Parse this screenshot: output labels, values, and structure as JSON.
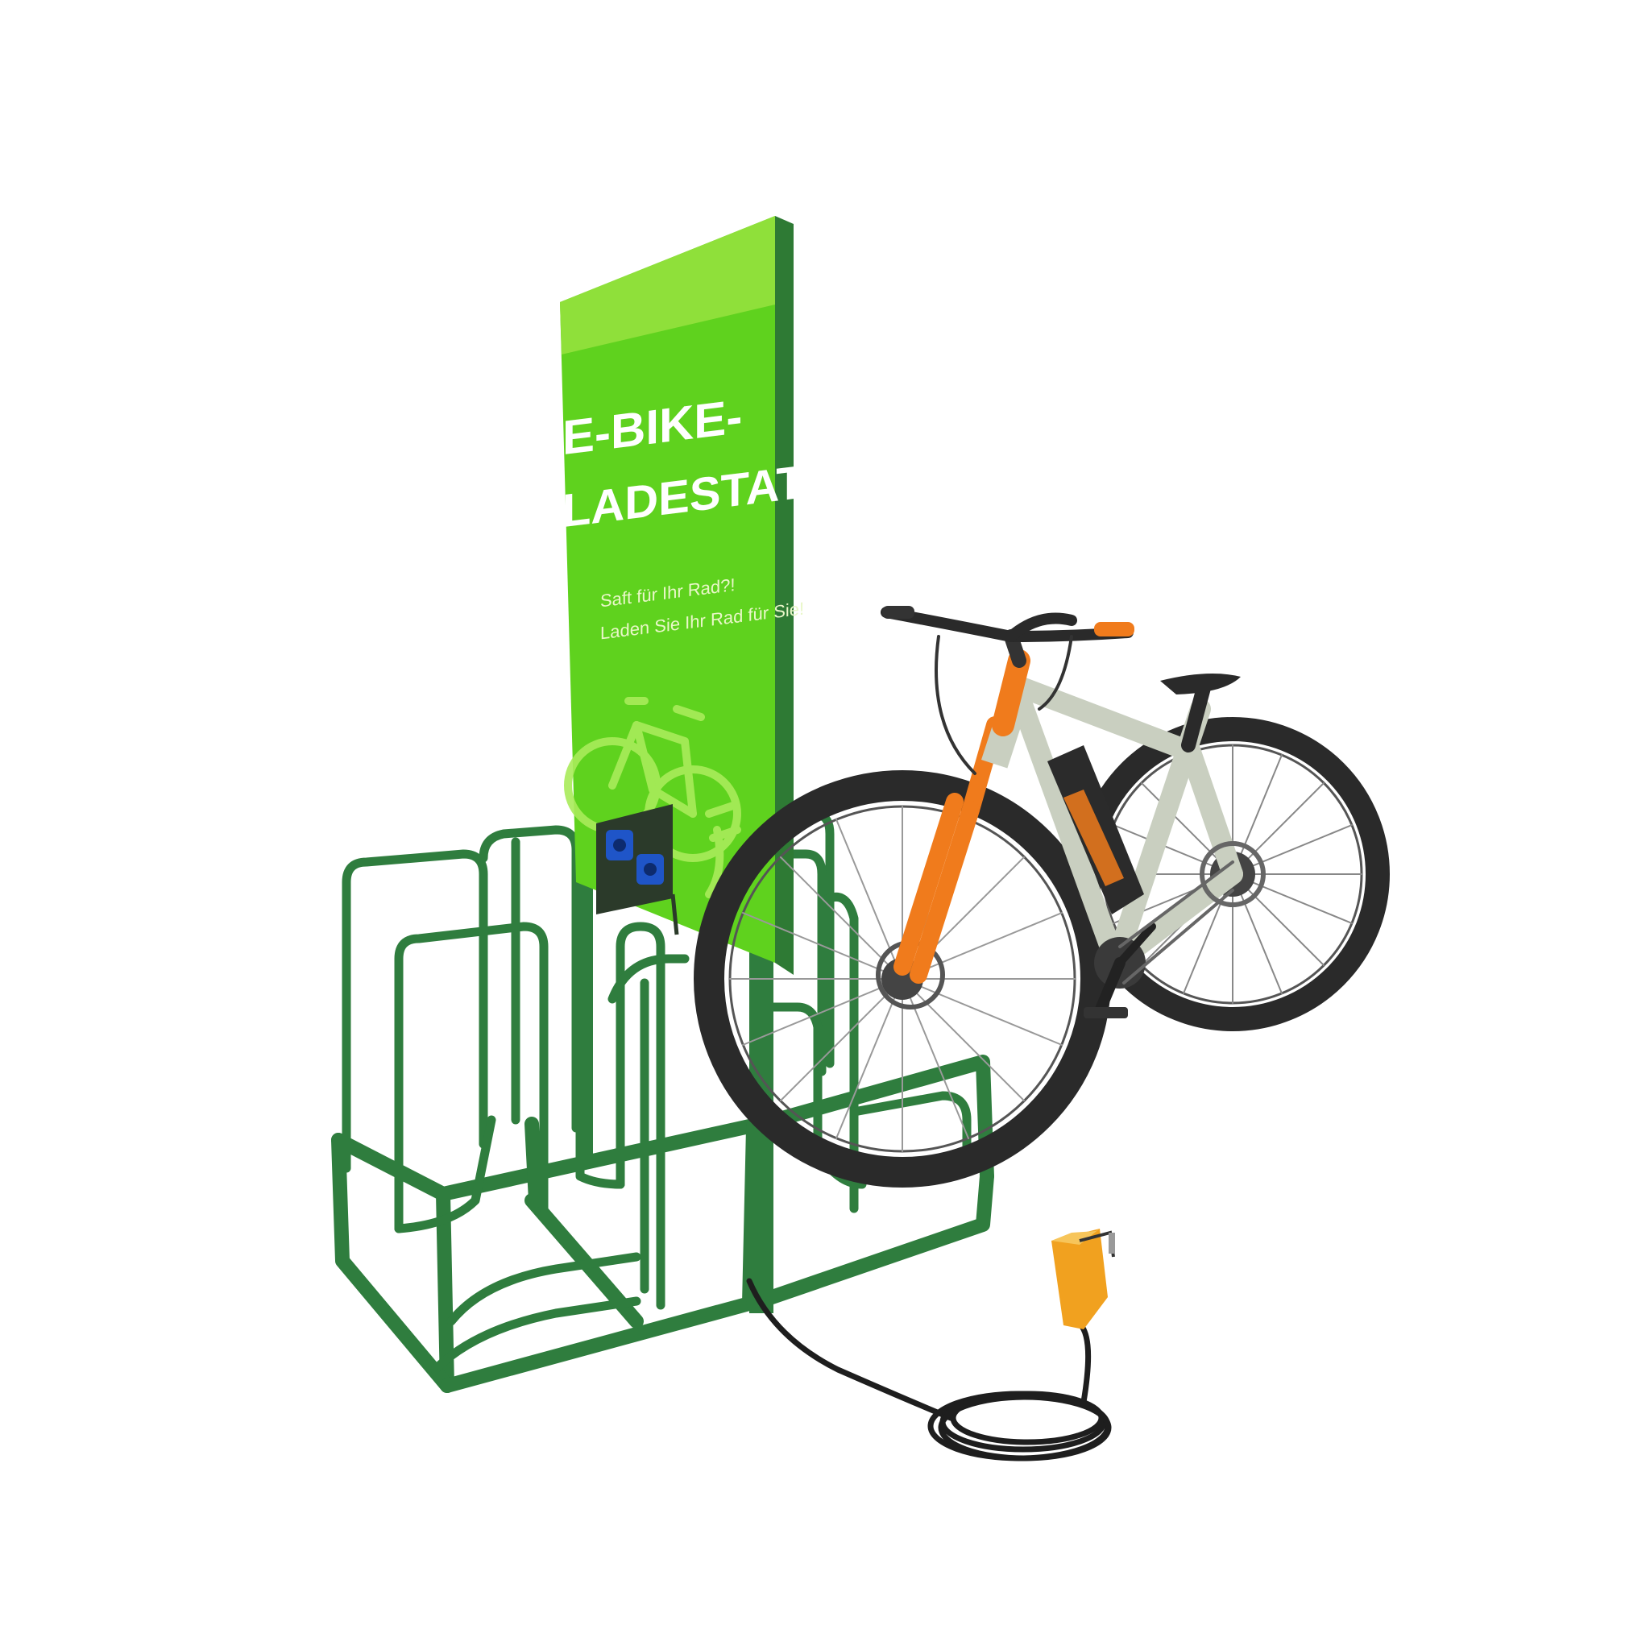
{
  "sign": {
    "title_line1": "E-BIKE-",
    "title_line2": "LADESTATION",
    "slogan_line1": "Saft für Ihr Rad?!",
    "slogan_line2": "Laden Sie Ihr Rad für Sie!"
  },
  "colors": {
    "background": "#ffffff",
    "rack_green": "#2f7d3e",
    "sign_green": "#5fd21e",
    "sign_top": "#8fe03a",
    "bike_frame": "#c9cfc0",
    "bike_accent": "#f07b1c",
    "tire": "#2a2a2a",
    "socket_blue": "#1f55c8",
    "plug_orange": "#f1a11f"
  },
  "icons": {
    "sign_graphic": "bicycle-plug-icon",
    "sockets": "power-socket-icon",
    "plug": "power-plug-icon"
  }
}
